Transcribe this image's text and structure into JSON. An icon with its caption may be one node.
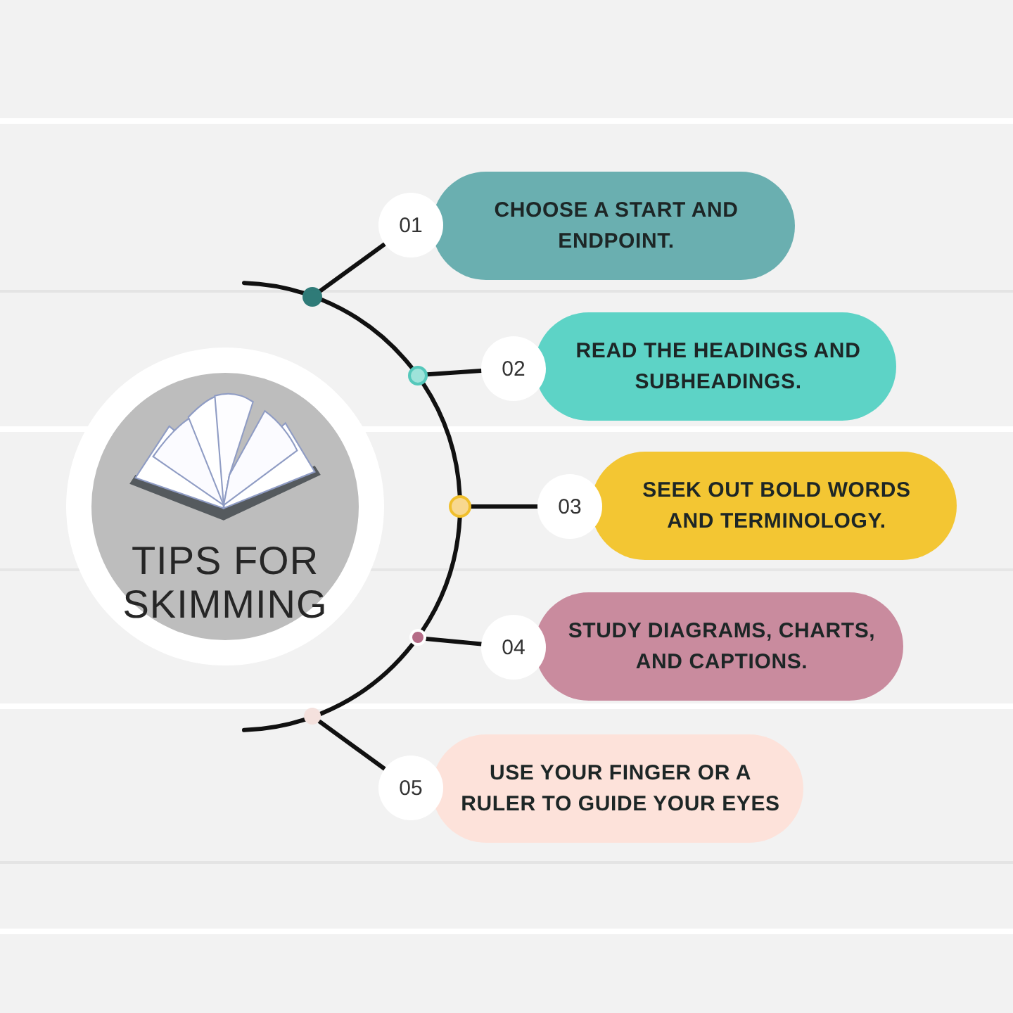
{
  "diagram": {
    "nodes": [
      {
        "text": [
          "TIPS FOR SKIMMING"
        ]
      },
      {
        "text": [],
        "shape": "circle"
      },
      {
        "text": [
          "01"
        ]
      },
      {
        "text": [
          "CHOOSE A START AND ENDPOINT."
        ]
      },
      {
        "text": [],
        "shape": "circle"
      },
      {
        "text": [
          "02"
        ]
      },
      {
        "text": [
          "READ THE HEADINGS AND SUBHEADINGS."
        ]
      },
      {
        "text": [],
        "shape": "circle"
      },
      {
        "text": [
          "03"
        ]
      },
      {
        "text": [
          "SEEK OUT BOLD WORDS AND TERMINOLOGY."
        ]
      },
      {
        "text": [],
        "shape": "circle"
      },
      {
        "text": [
          "04"
        ]
      },
      {
        "text": [
          "STUDY DIAGRAMS, CHARTS, AND CAPTIONS."
        ]
      },
      {
        "text": [],
        "shape": "circle"
      },
      {
        "text": [
          "05"
        ]
      },
      {
        "text": [
          "USE YOUR FINGER OR A RULER TO GUIDE YOUR EYES"
        ]
      }
    ],
    "edges": [
      {
        "from": null,
        "to": 1,
        "arrow": "none"
      },
      {
        "from": 1,
        "to": 2,
        "arrow": "none"
      },
      {
        "from": 1,
        "to": 4,
        "arrow": "none"
      },
      {
        "from": 4,
        "to": 5,
        "arrow": "none"
      },
      {
        "from": 4,
        "to": 7,
        "arrow": "none"
      },
      {
        "from": 7,
        "to": 8,
        "arrow": "none"
      },
      {
        "from": 7,
        "to": 10,
        "arrow": "none"
      },
      {
        "from": 10,
        "to": 11,
        "arrow": "none"
      },
      {
        "from": 10,
        "to": 13,
        "arrow": "none"
      },
      {
        "from": 13,
        "to": 14,
        "arrow": "none"
      },
      {
        "from": 13,
        "to": null,
        "arrow": "none"
      }
    ]
  }
}
